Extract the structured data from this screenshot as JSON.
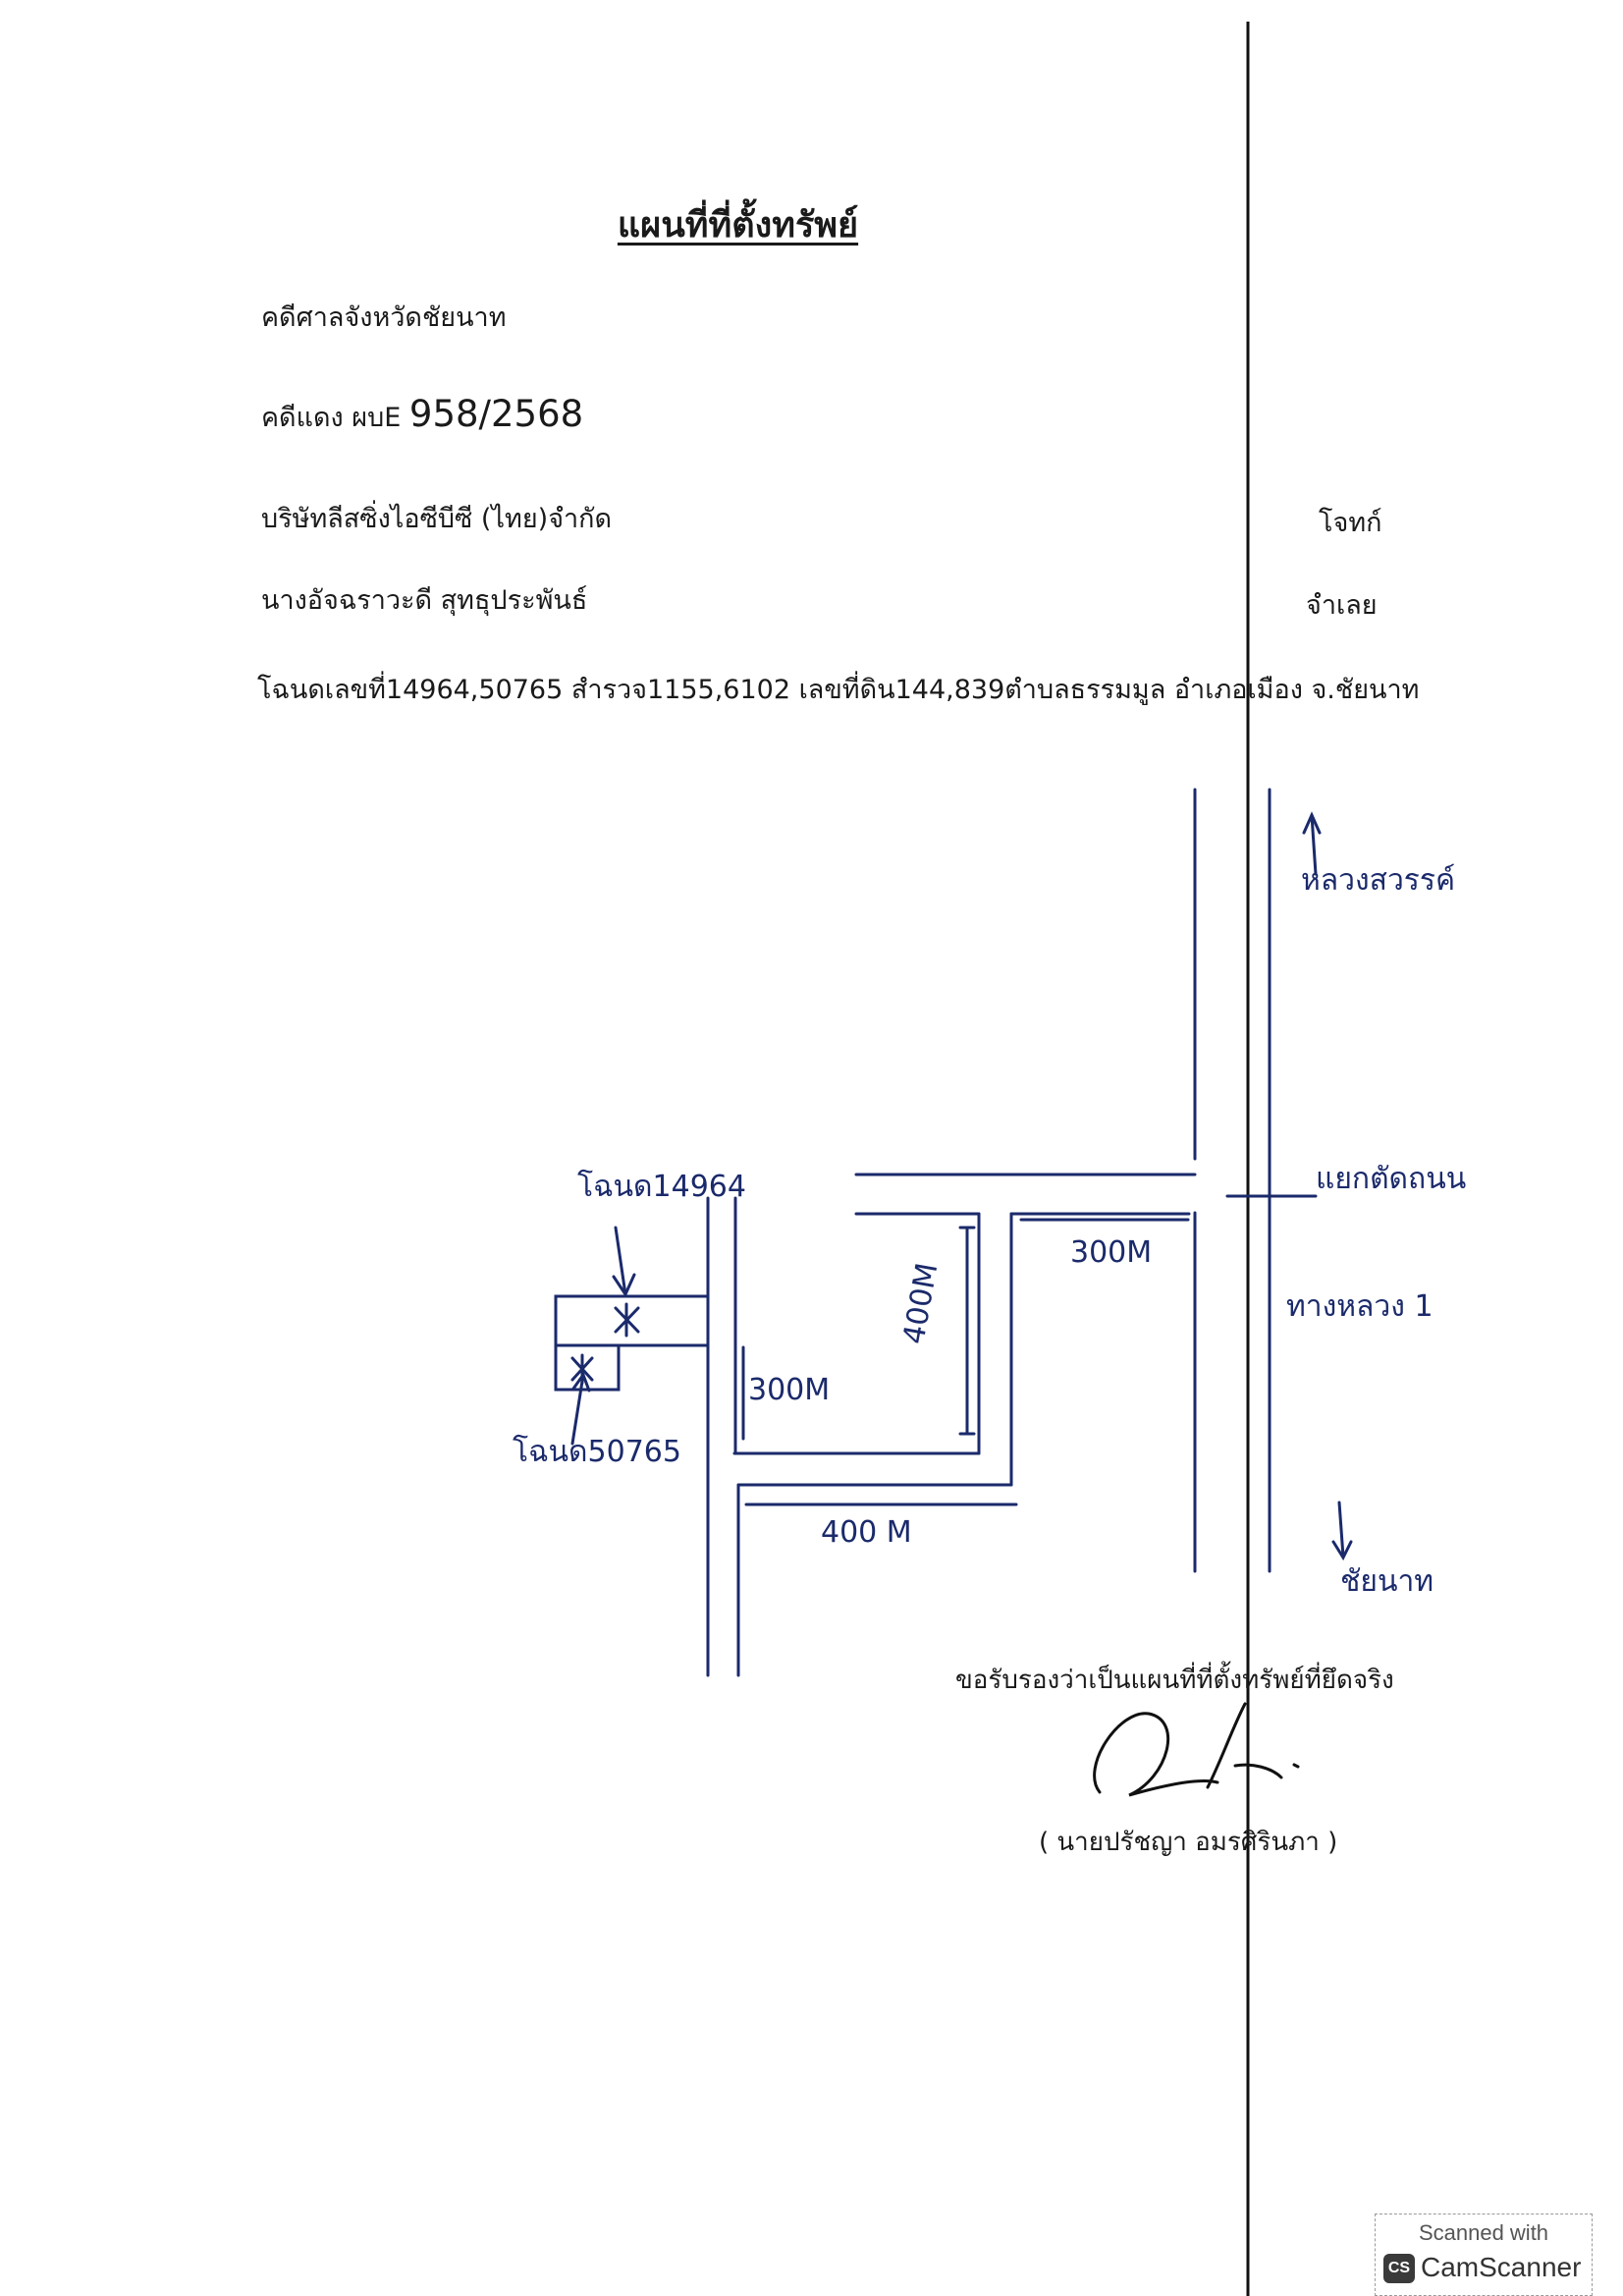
{
  "header": {
    "title": "แผนที่ที่ตั้งทรัพย์",
    "court": "คดีศาลจังหวัดชัยนาท",
    "case_prefix": "คดีแดง ผบE ",
    "case_number": "958/2568",
    "plaintiff_name": "บริษัทลีสซิ่งไอซีบีซี (ไทย)จำกัด",
    "plaintiff_role": "โจทก์",
    "defendant_name": "นางอัจฉราวะดี  สุทธุประพันธ์",
    "defendant_role": "จำเลย",
    "deed_line": "โฉนดเลขที่14964,50765 สำรวจ1155,6102 เลขที่ดิน144,839ตำบลธรรมมูล อำเภอเมือง จ.ชัยนาท"
  },
  "sketch": {
    "deed_a_label": "โฉนด14964",
    "deed_b_label": "โฉนด50765",
    "north_label": "หลวงสวรรค์",
    "junction_label": "แยกตัดถนน",
    "highway_label": "ทางหลวง 1",
    "south_label": "ชัยนาท",
    "dist_top": "300M",
    "dist_vertical_right": "400M",
    "dist_vertical_left": "300M",
    "dist_bottom": "400 M"
  },
  "certification": {
    "text": "ขอรับรองว่าเป็นแผนที่ที่ตั้งทรัพย์ที่ยึดจริง",
    "signer": "( นายปรัชญา  อมรศิรินภา )"
  },
  "watermark": {
    "line1": "Scanned with",
    "logo": "CS",
    "brand": "CamScanner"
  }
}
